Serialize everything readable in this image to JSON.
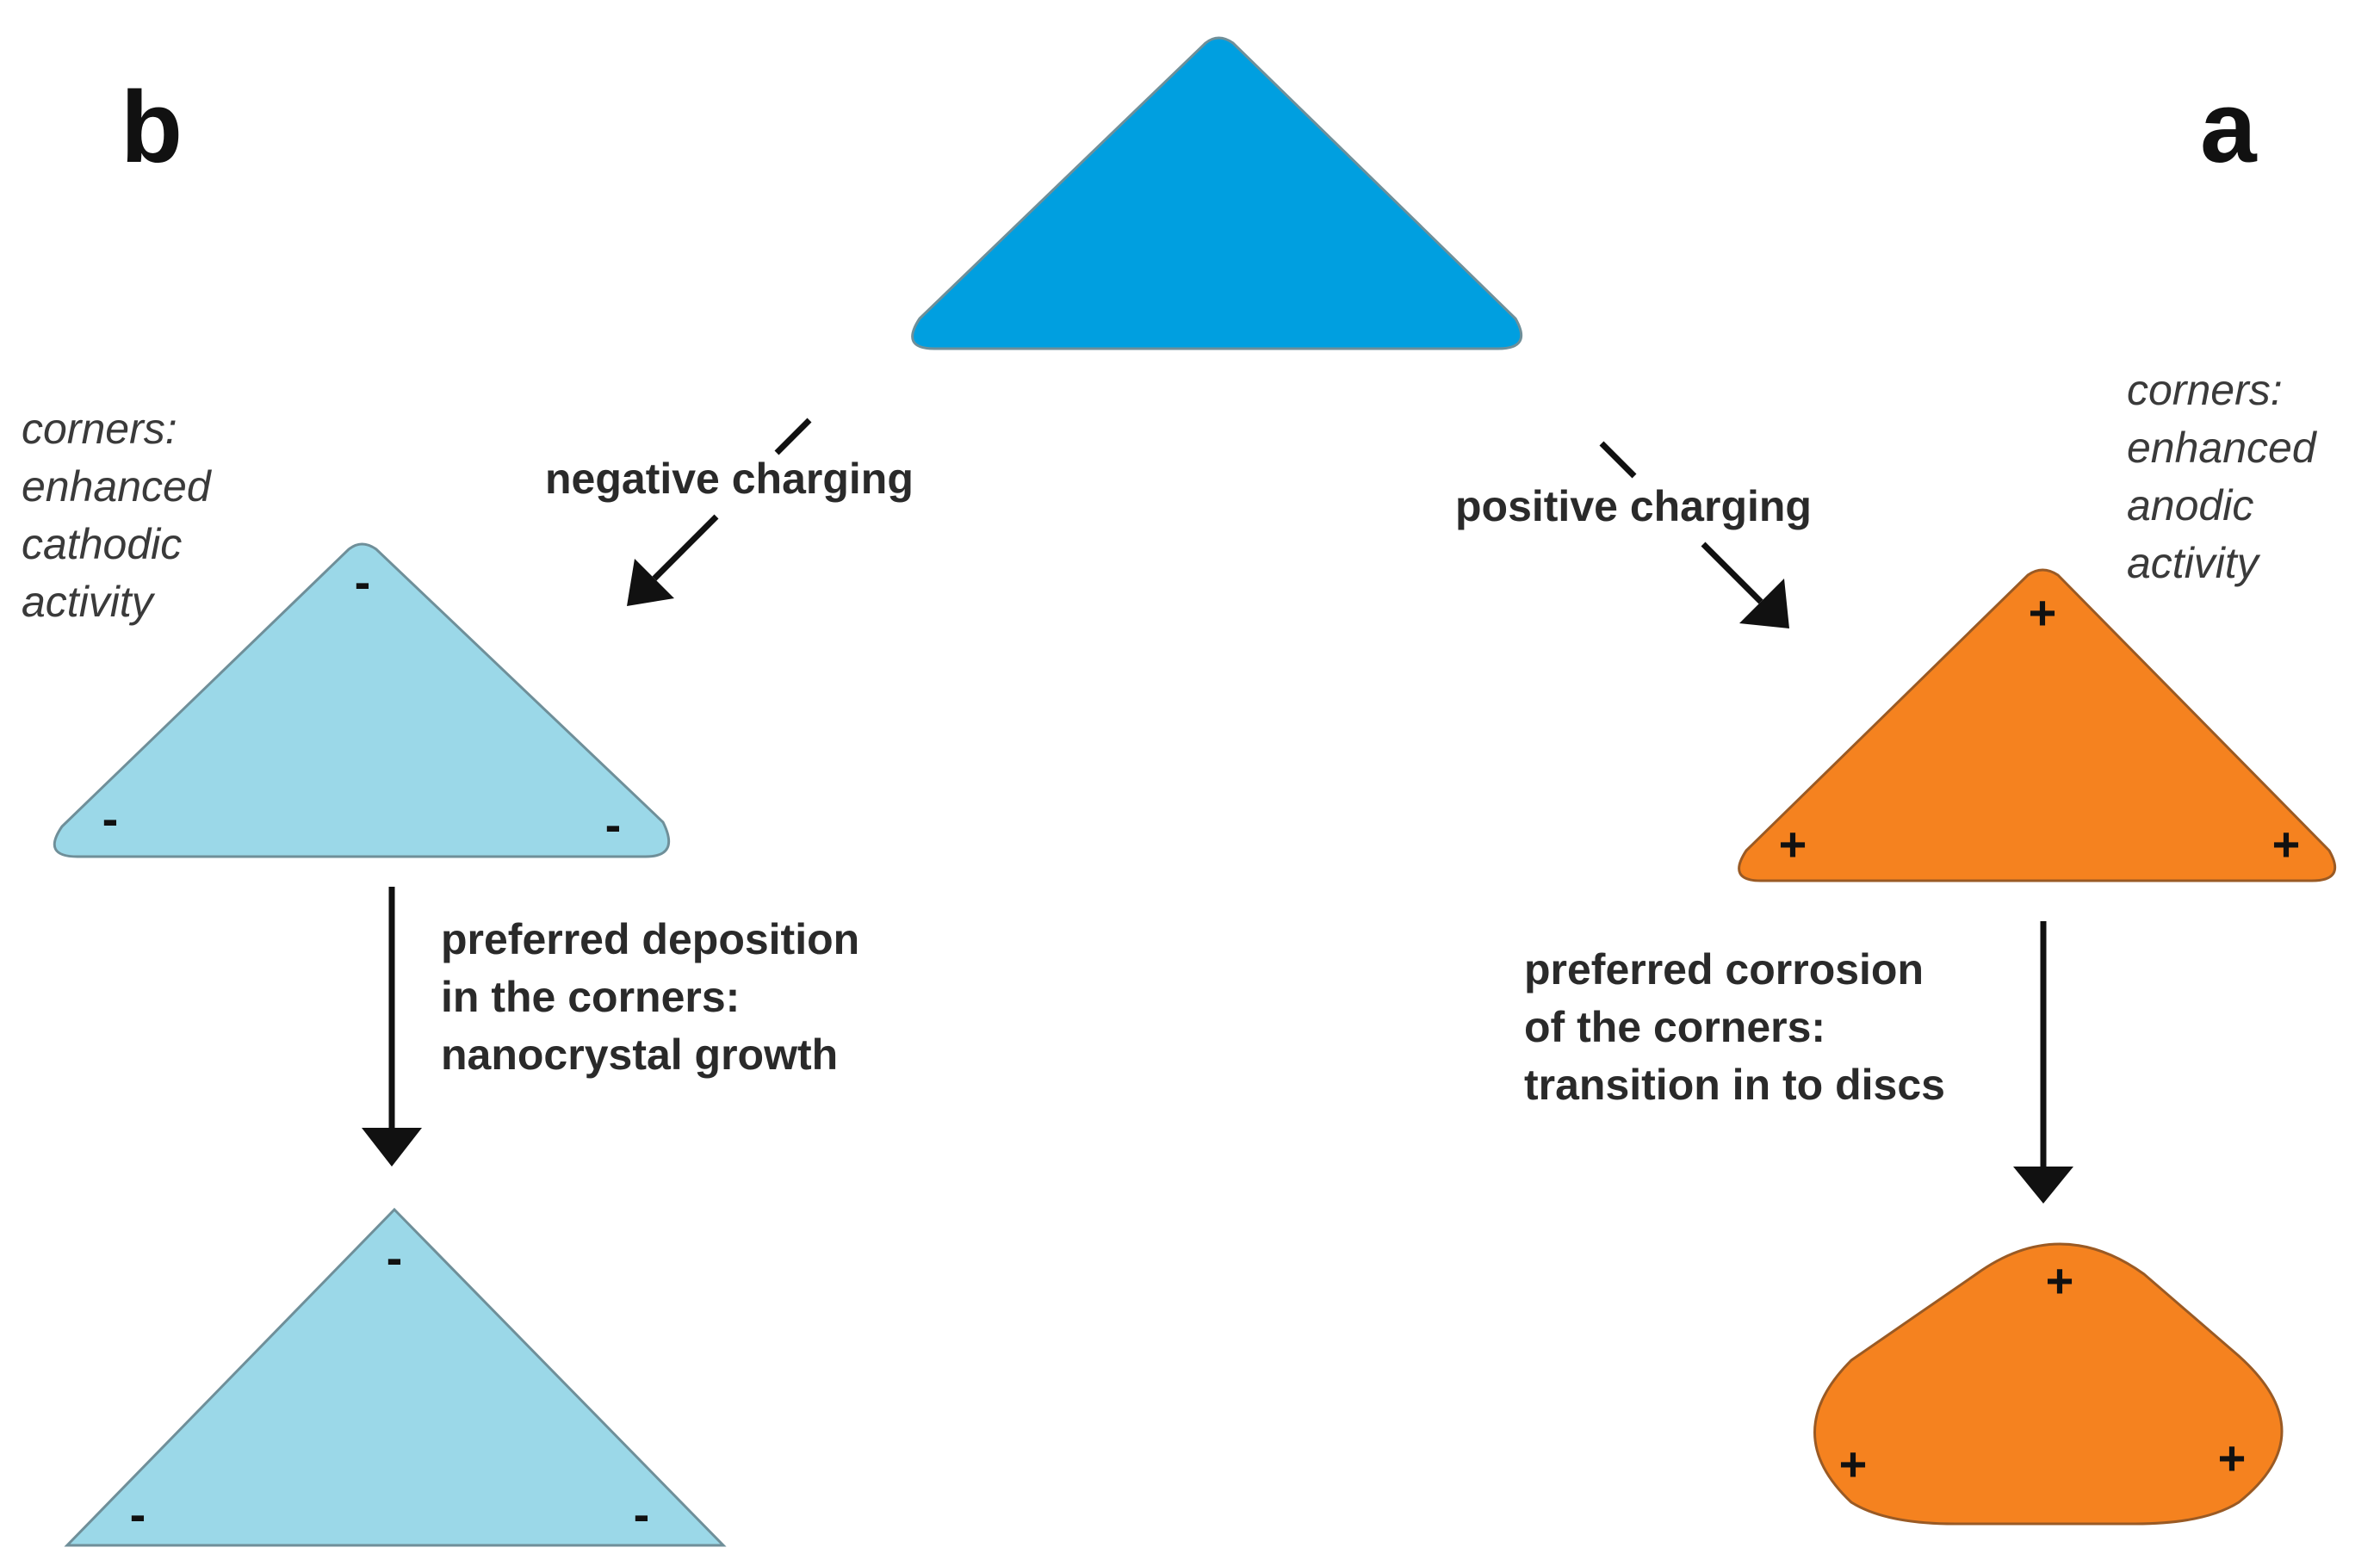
{
  "panels": {
    "left_label": "b",
    "right_label": "a"
  },
  "colors": {
    "original": "#009fe0",
    "negative": "#9bd8e8",
    "positive": "#f5821f",
    "outline": "#6f8f99",
    "outline_orange": "#9a5a24"
  },
  "left": {
    "annotation": [
      "corners:",
      "enhanced",
      "cathodic",
      "activity"
    ],
    "transition_label": "negative charging",
    "step_label": [
      "preferred deposition",
      "in the corners:",
      "nanocrystal growth"
    ],
    "charge_symbol": "-"
  },
  "right": {
    "annotation": [
      "corners:",
      "enhanced",
      "anodic",
      "activity"
    ],
    "transition_label": "positive charging",
    "step_label": [
      "preferred corrosion",
      "of the corners:",
      "transition in to discs"
    ],
    "charge_symbol": "+"
  }
}
